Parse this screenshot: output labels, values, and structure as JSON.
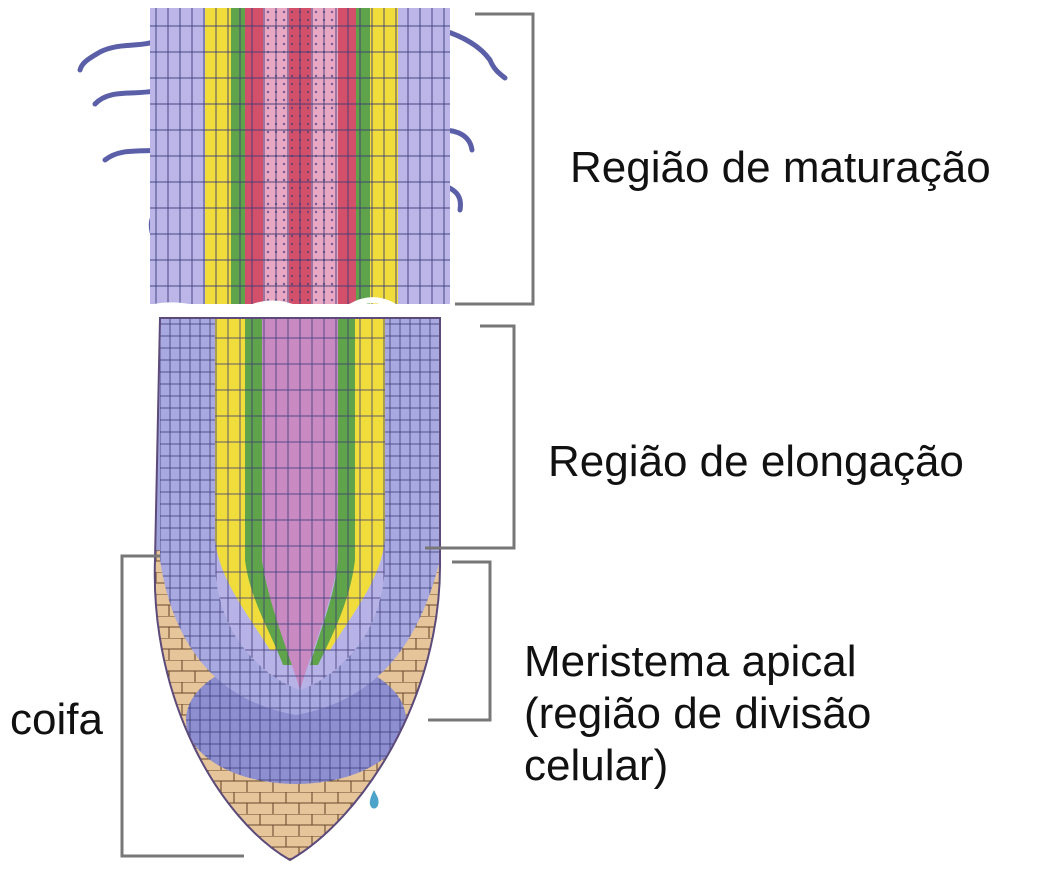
{
  "labels": {
    "maturation": "Região de maturação",
    "elongation": "Região de elongação",
    "meristem": {
      "line1": "Meristema apical",
      "line2": "(região de divisão",
      "line3": "celular)"
    },
    "cap": "coifa"
  },
  "colors": {
    "epidermis": "#c9c3ec",
    "cortex": "#b7b3e6",
    "xylem": "#f0dd3c",
    "phloem_green": "#5fa34a",
    "pericycle_red": "#d3506b",
    "pith_pink": "#e8a7c3",
    "meristem_blue": "#8d8fd0",
    "cap_tan": "#e6c59a",
    "cell_line": "#3d3b78",
    "bracket": "#777777"
  }
}
